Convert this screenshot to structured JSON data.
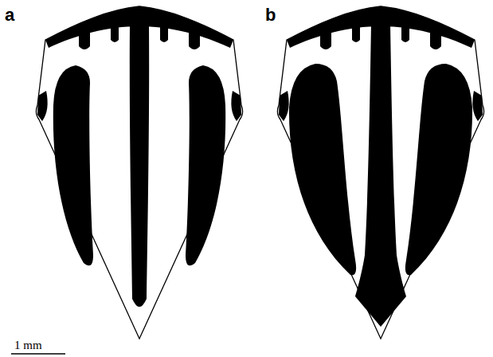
{
  "diagram": {
    "labels": [
      "a",
      "b",
      "1 mm"
    ]
  }
}
